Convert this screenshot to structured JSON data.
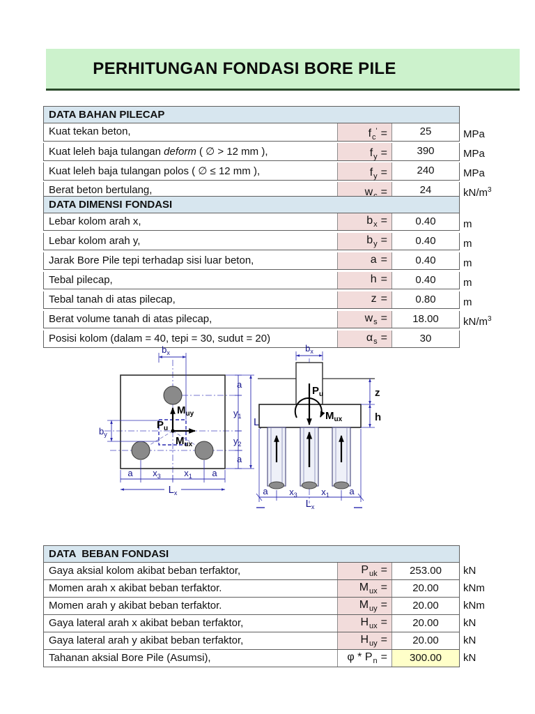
{
  "title": "PERHITUNGAN FONDASI BORE PILE",
  "eq": "=",
  "colors": {
    "banner_green": "#ccf2cc",
    "header_blue": "#d7e6ef",
    "symbol_pink": "#f2dcdb",
    "highlight_yellow": "#ffffc9",
    "dimension_blue": "#2a2ab0"
  },
  "tables": {
    "bahan": {
      "header": "DATA BAHAN PILECAP",
      "rows": [
        {
          "l": "Kuat tekan beton,",
          "m": "f",
          "s": "c",
          "p": "'",
          "value": "25",
          "unit": "MPa"
        },
        {
          "l": "Kuat leleh baja tulangan ",
          "li": "deform",
          "lp": " ( ∅ > 12 mm ),",
          "m": "f",
          "s": "y",
          "value": "390",
          "unit": "MPa"
        },
        {
          "l": "Kuat leleh baja tulangan polos ( ∅ ≤ 12 mm ),",
          "m": "f",
          "s": "y",
          "value": "240",
          "unit": "MPa"
        },
        {
          "l": "Berat beton bertulang,",
          "m": "w",
          "s": "c",
          "value": "24",
          "unit": "kN/m",
          "usup": "3"
        }
      ]
    },
    "dimensi": {
      "header": "DATA DIMENSI FONDASI",
      "rows": [
        {
          "l": "Lebar kolom arah x,",
          "m": "b",
          "s": "x",
          "value": "0.40",
          "unit": "m"
        },
        {
          "l": "Lebar kolom arah y,",
          "m": "b",
          "s": "y",
          "value": "0.40",
          "unit": "m"
        },
        {
          "l": "Jarak Bore Pile tepi terhadap sisi luar beton,",
          "m": "a",
          "value": "0.40",
          "unit": "m"
        },
        {
          "l": "Tebal pilecap,",
          "m": "h",
          "value": "0.40",
          "unit": "m"
        },
        {
          "l": "Tebal tanah di atas pilecap,",
          "m": "z",
          "value": "0.80",
          "unit": "m"
        },
        {
          "l": "Berat volume tanah di atas pilecap,",
          "m": "w",
          "s": "s",
          "value": "18.00",
          "unit": "kN/m",
          "usup": "3"
        },
        {
          "l": "Posisi kolom (dalam = 40, tepi = 30, sudut = 20)",
          "m": "α",
          "s": "s",
          "value": "30",
          "unit": ""
        }
      ]
    },
    "beban": {
      "header": "DATA  BEBAN FONDASI",
      "rows": [
        {
          "l": "Gaya aksial kolom akibat beban terfaktor,",
          "m": "P",
          "s": "uk",
          "value": "253.00",
          "unit": "kN"
        },
        {
          "l": "Momen arah x akibat beban terfaktor.",
          "m": "M",
          "s": "ux",
          "value": "20.00",
          "unit": "kNm"
        },
        {
          "l": "Momen arah y akibat beban terfaktor.",
          "m": "M",
          "s": "uy",
          "value": "20.00",
          "unit": "kNm"
        },
        {
          "l": "Gaya lateral arah x akibat beban terfaktor,",
          "m": "H",
          "s": "ux",
          "value": "20.00",
          "unit": "kN"
        },
        {
          "l": "Gaya lateral arah y akibat beban terfaktor,",
          "m": "H",
          "s": "uy",
          "value": "20.00",
          "unit": "kN"
        },
        {
          "l": "Tahanan aksial Bore Pile (Asumsi),",
          "m": "φ * P",
          "s": "n",
          "value": "300.00",
          "unit": "kN",
          "highlight": true
        }
      ]
    }
  },
  "diagram": {
    "labels": {
      "bx": {
        "m": "b",
        "s": "x"
      },
      "by": {
        "m": "b",
        "s": "y"
      },
      "Lx": {
        "m": "L",
        "s": "x"
      },
      "Ly": {
        "m": "L",
        "s": "y"
      },
      "x1": {
        "m": "x",
        "s": "1"
      },
      "x3": {
        "m": "x",
        "s": "3"
      },
      "y1": {
        "m": "y",
        "s": "1"
      },
      "y2": {
        "m": "y",
        "s": "2"
      },
      "a": "a",
      "z": "z",
      "h": "h",
      "Pu": {
        "m": "P",
        "s": "u"
      },
      "Mux": {
        "m": "M",
        "s": "ux"
      },
      "Muy": {
        "m": "M",
        "s": "uy"
      }
    }
  }
}
